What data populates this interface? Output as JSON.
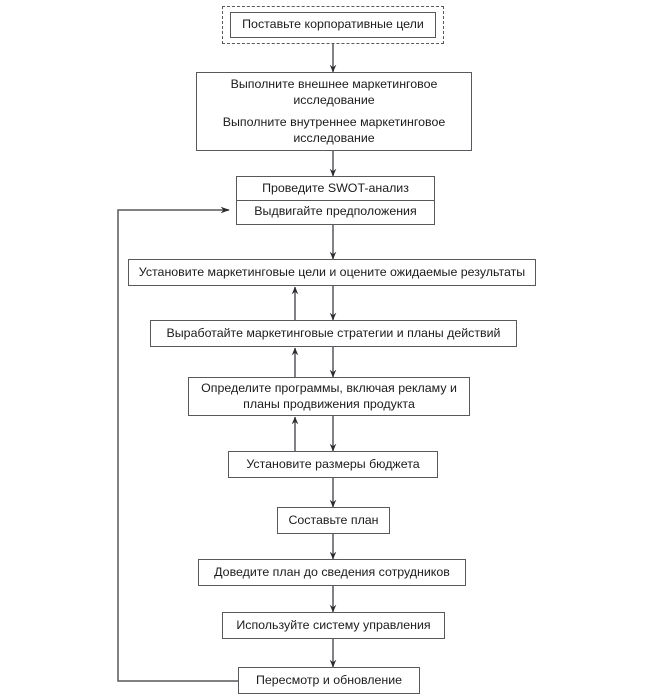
{
  "diagram": {
    "title_node": {
      "label": "Поставьте корпоративные цели",
      "style": "dashed-outline-with-inner-box"
    },
    "nodes": [
      {
        "id": "research",
        "lines": [
          "Выполните внешнее маркетинговое исследование",
          "Выполните внутреннее маркетинговое исследование"
        ]
      },
      {
        "id": "swot",
        "label": "Проведите SWOT-анализ"
      },
      {
        "id": "assumptions",
        "label": "Выдвигайте предположения"
      },
      {
        "id": "objectives",
        "label": "Установите маркетинговые цели и оцените ожидаемые результаты"
      },
      {
        "id": "strategies",
        "label": "Выработайте маркетинговые стратегии и планы действий"
      },
      {
        "id": "programmes",
        "label": "Определите программы, включая рекламу и планы продвижения продукта"
      },
      {
        "id": "budget",
        "label": "Установите размеры бюджета"
      },
      {
        "id": "plan",
        "label": "Составьте план"
      },
      {
        "id": "communicate",
        "label": "Доведите план до сведения сотрудников"
      },
      {
        "id": "control",
        "label": "Используйте систему управления"
      },
      {
        "id": "review",
        "label": "Пересмотр и обновление"
      }
    ],
    "colors": {
      "line": "#59595d",
      "text": "#1b1b1b",
      "background": "#ffffff"
    }
  }
}
